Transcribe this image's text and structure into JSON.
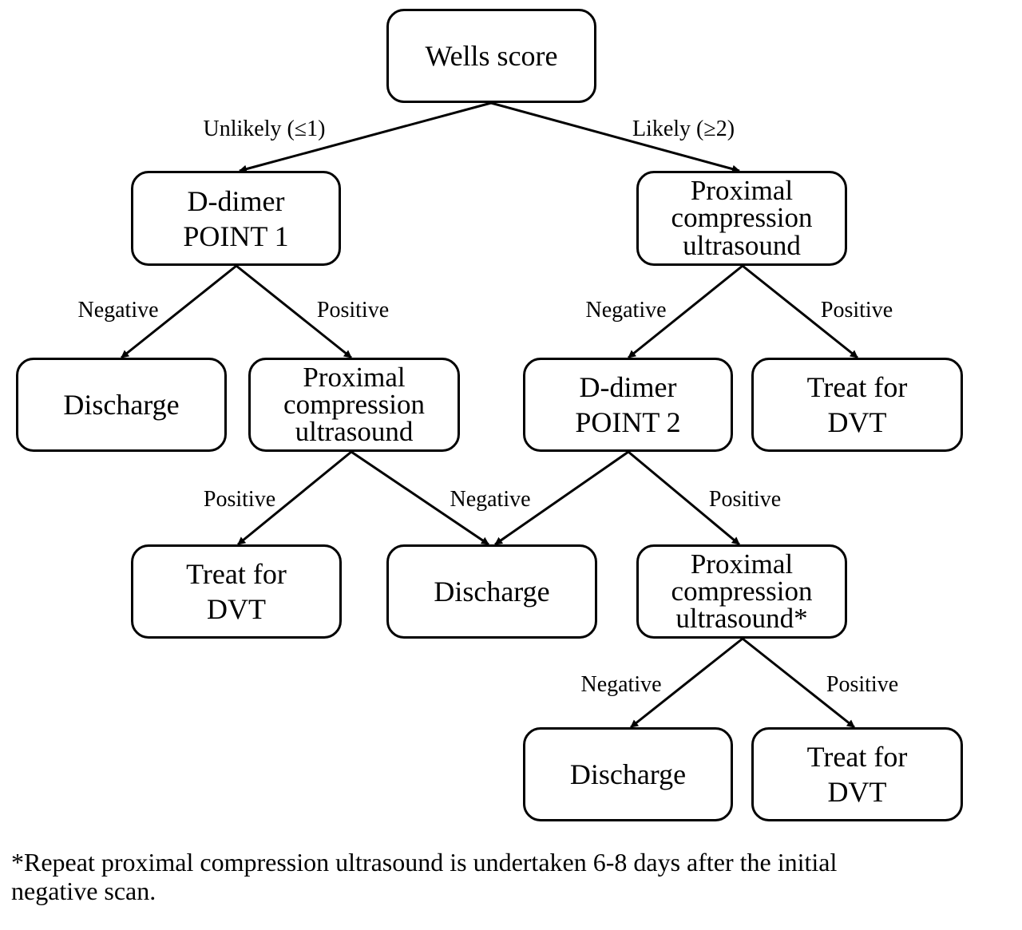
{
  "nodes": {
    "wells": {
      "lines": [
        "Wells score"
      ]
    },
    "ddimer1": {
      "lines": [
        "D-dimer",
        "POINT 1"
      ]
    },
    "pcu_top": {
      "lines": [
        "Proximal",
        "compression",
        "ultrasound"
      ]
    },
    "discharge1": {
      "lines": [
        "Discharge"
      ]
    },
    "pcu_left": {
      "lines": [
        "Proximal",
        "compression",
        "ultrasound"
      ]
    },
    "ddimer2": {
      "lines": [
        "D-dimer",
        "POINT 2"
      ]
    },
    "treat_right": {
      "lines": [
        "Treat for",
        "DVT"
      ]
    },
    "treat_left": {
      "lines": [
        "Treat for",
        "DVT"
      ]
    },
    "discharge_mid": {
      "lines": [
        "Discharge"
      ]
    },
    "pcu_repeat": {
      "lines": [
        "Proximal",
        "compression",
        "ultrasound*"
      ]
    },
    "discharge_bottom": {
      "lines": [
        "Discharge"
      ]
    },
    "treat_bottom": {
      "lines": [
        "Treat for",
        "DVT"
      ]
    }
  },
  "edge_labels": {
    "unlikely": "Unlikely (≤1)",
    "likely": "Likely (≥2)",
    "d1_negative": "Negative",
    "d1_positive": "Positive",
    "pcu_top_negative": "Negative",
    "pcu_top_positive": "Positive",
    "pcu_left_positive": "Positive",
    "pcu_left_negative": "Negative",
    "d2_positive": "Positive",
    "repeat_negative": "Negative",
    "repeat_positive": "Positive"
  },
  "footnote": {
    "lines": [
      "*Repeat proximal compression ultrasound is undertaken 6-8 days after the initial",
      "negative scan."
    ]
  }
}
